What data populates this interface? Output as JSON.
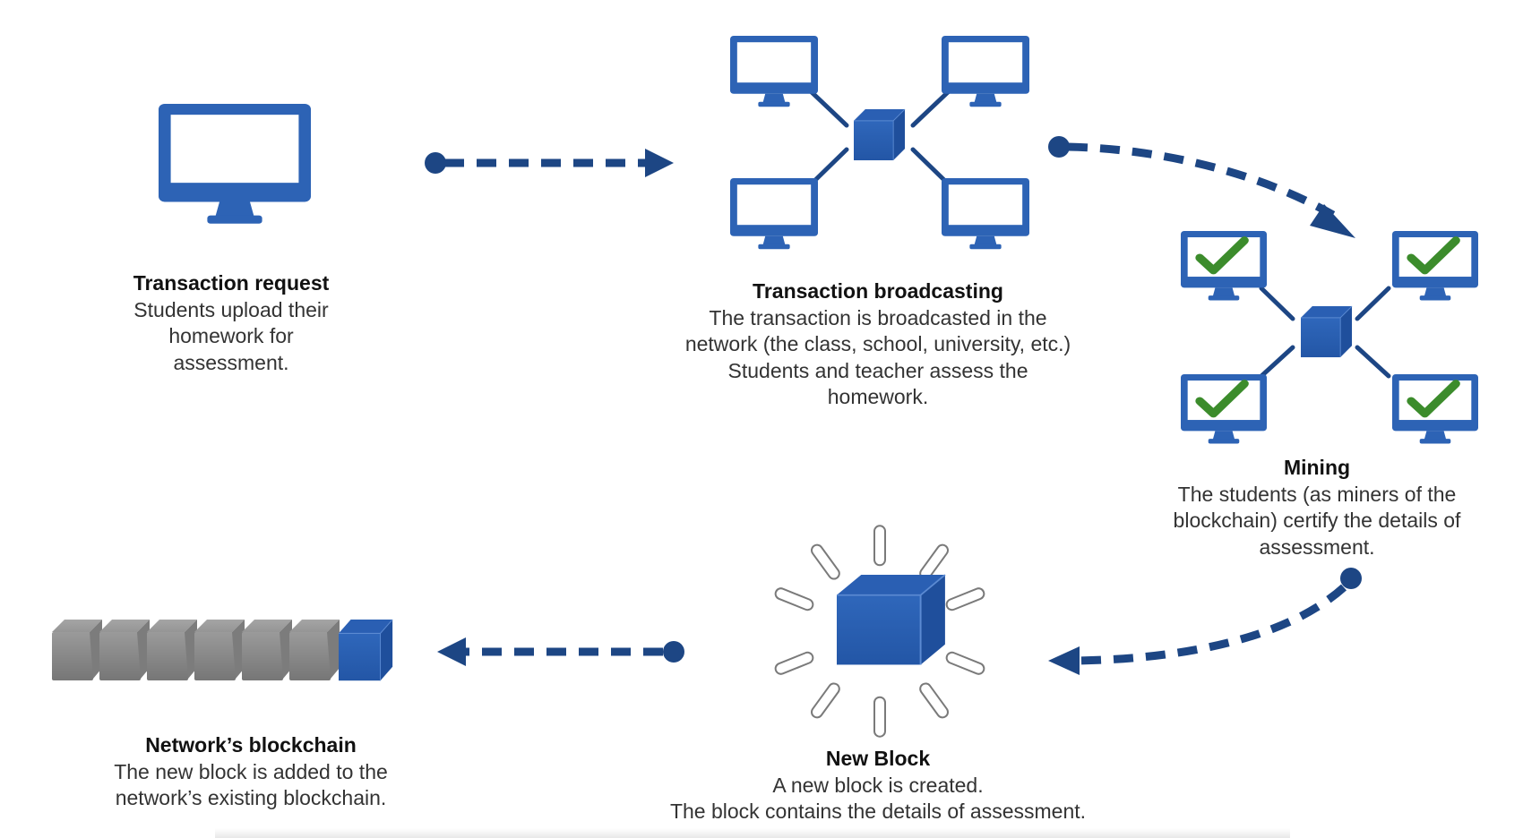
{
  "diagram": {
    "title": "Blockchain-based homework assessment process",
    "colors": {
      "primary_blue": "#2d63b5",
      "arrow_navy": "#1d4684",
      "check_green": "#3c8c2c",
      "chain_gray": "#8a8a8a",
      "text_dark": "#111111",
      "text_body": "#333333"
    },
    "steps": [
      {
        "id": "transaction-request",
        "icon": "monitor-icon",
        "title": "Transaction request",
        "lines": [
          "Students upload their",
          "homework for",
          "assessment."
        ]
      },
      {
        "id": "transaction-broadcasting",
        "icon": "network-icon",
        "title": "Transaction broadcasting",
        "lines": [
          "The transaction is broadcasted in the",
          "network (the class, school, university, etc.)",
          "Students and teacher assess the",
          "homework."
        ]
      },
      {
        "id": "mining",
        "icon": "verified-network-icon",
        "title": "Mining",
        "lines": [
          "The students (as miners of the",
          "blockchain) certify the details of",
          "assessment."
        ]
      },
      {
        "id": "new-block",
        "icon": "new-block-icon",
        "title": "New Block",
        "lines": [
          "A new block is created.",
          "The block contains the details of assessment."
        ]
      },
      {
        "id": "networks-blockchain",
        "icon": "blockchain-icon",
        "title": "Network’s blockchain",
        "lines": [
          "The new block is added to the",
          "network’s existing blockchain."
        ]
      }
    ],
    "flows": [
      {
        "from": "transaction-request",
        "to": "transaction-broadcasting",
        "style": "dashed-arrow"
      },
      {
        "from": "transaction-broadcasting",
        "to": "mining",
        "style": "dashed-curved-arrow"
      },
      {
        "from": "mining",
        "to": "new-block",
        "style": "dashed-curved-arrow"
      },
      {
        "from": "new-block",
        "to": "networks-blockchain",
        "style": "dashed-arrow"
      }
    ],
    "blockchain": {
      "existing_blocks": 6,
      "new_blocks": 1
    },
    "network_nodes": 4
  }
}
